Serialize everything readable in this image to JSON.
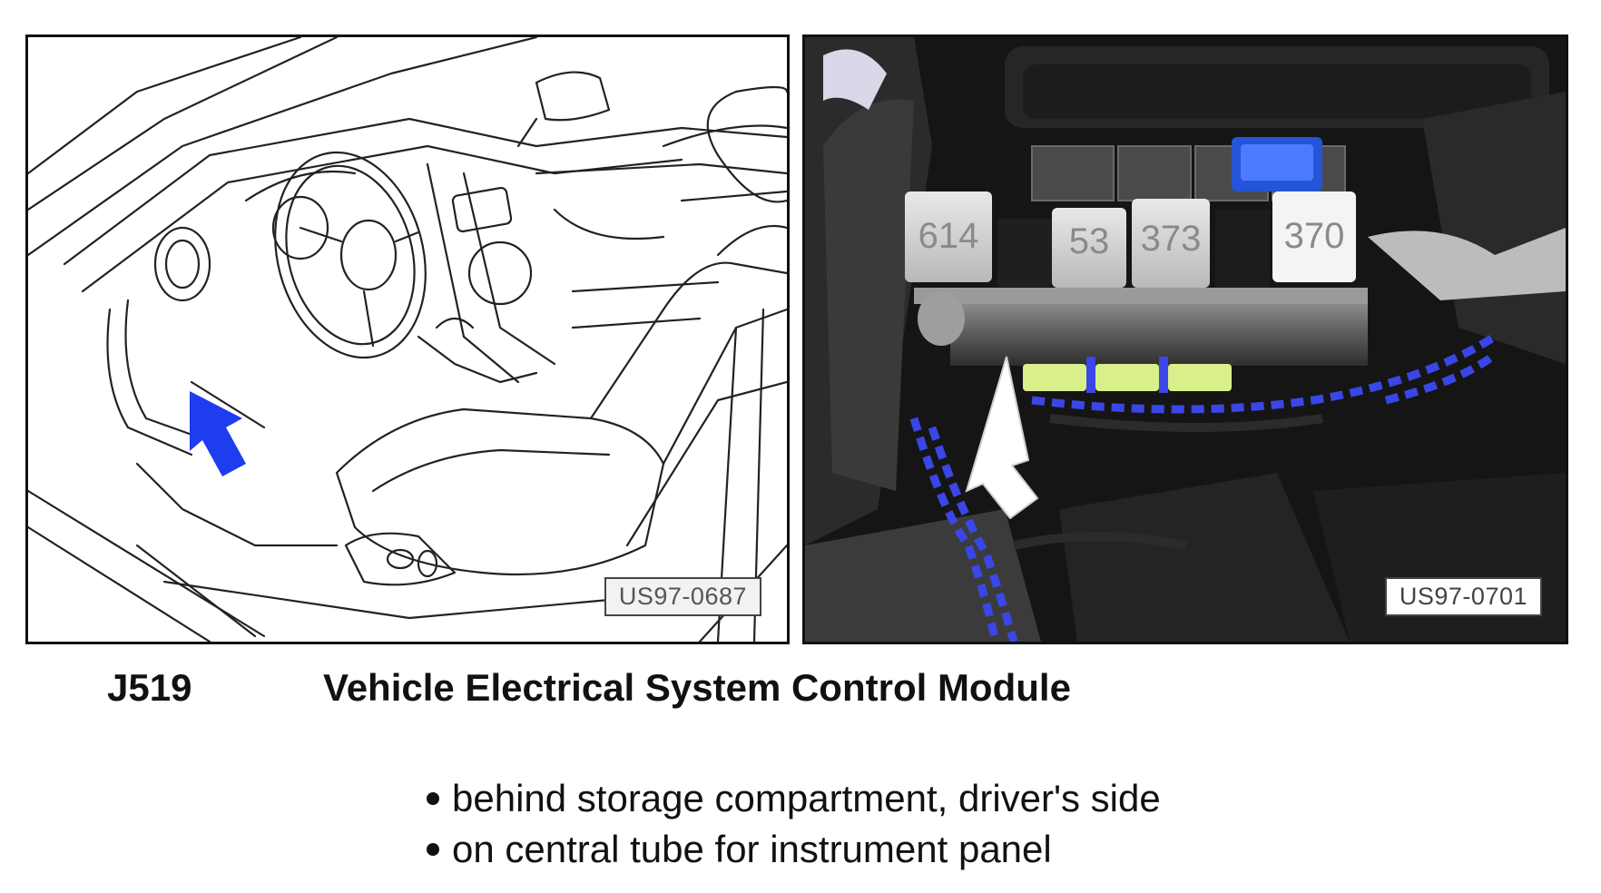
{
  "figure_left": {
    "ref_code": "US97-0687",
    "arrow_color": "#1f3df0"
  },
  "figure_right": {
    "ref_code": "US97-0701",
    "relay_labels": [
      "614",
      "53",
      "373",
      "370"
    ],
    "wire_color": "#3a47e6",
    "fuse_color": "#d8ef8a"
  },
  "caption": {
    "component_code": "J519",
    "component_name": "Vehicle Electrical System Control Module"
  },
  "locations": [
    "behind storage compartment, driver's side",
    "on central tube for instrument panel"
  ]
}
